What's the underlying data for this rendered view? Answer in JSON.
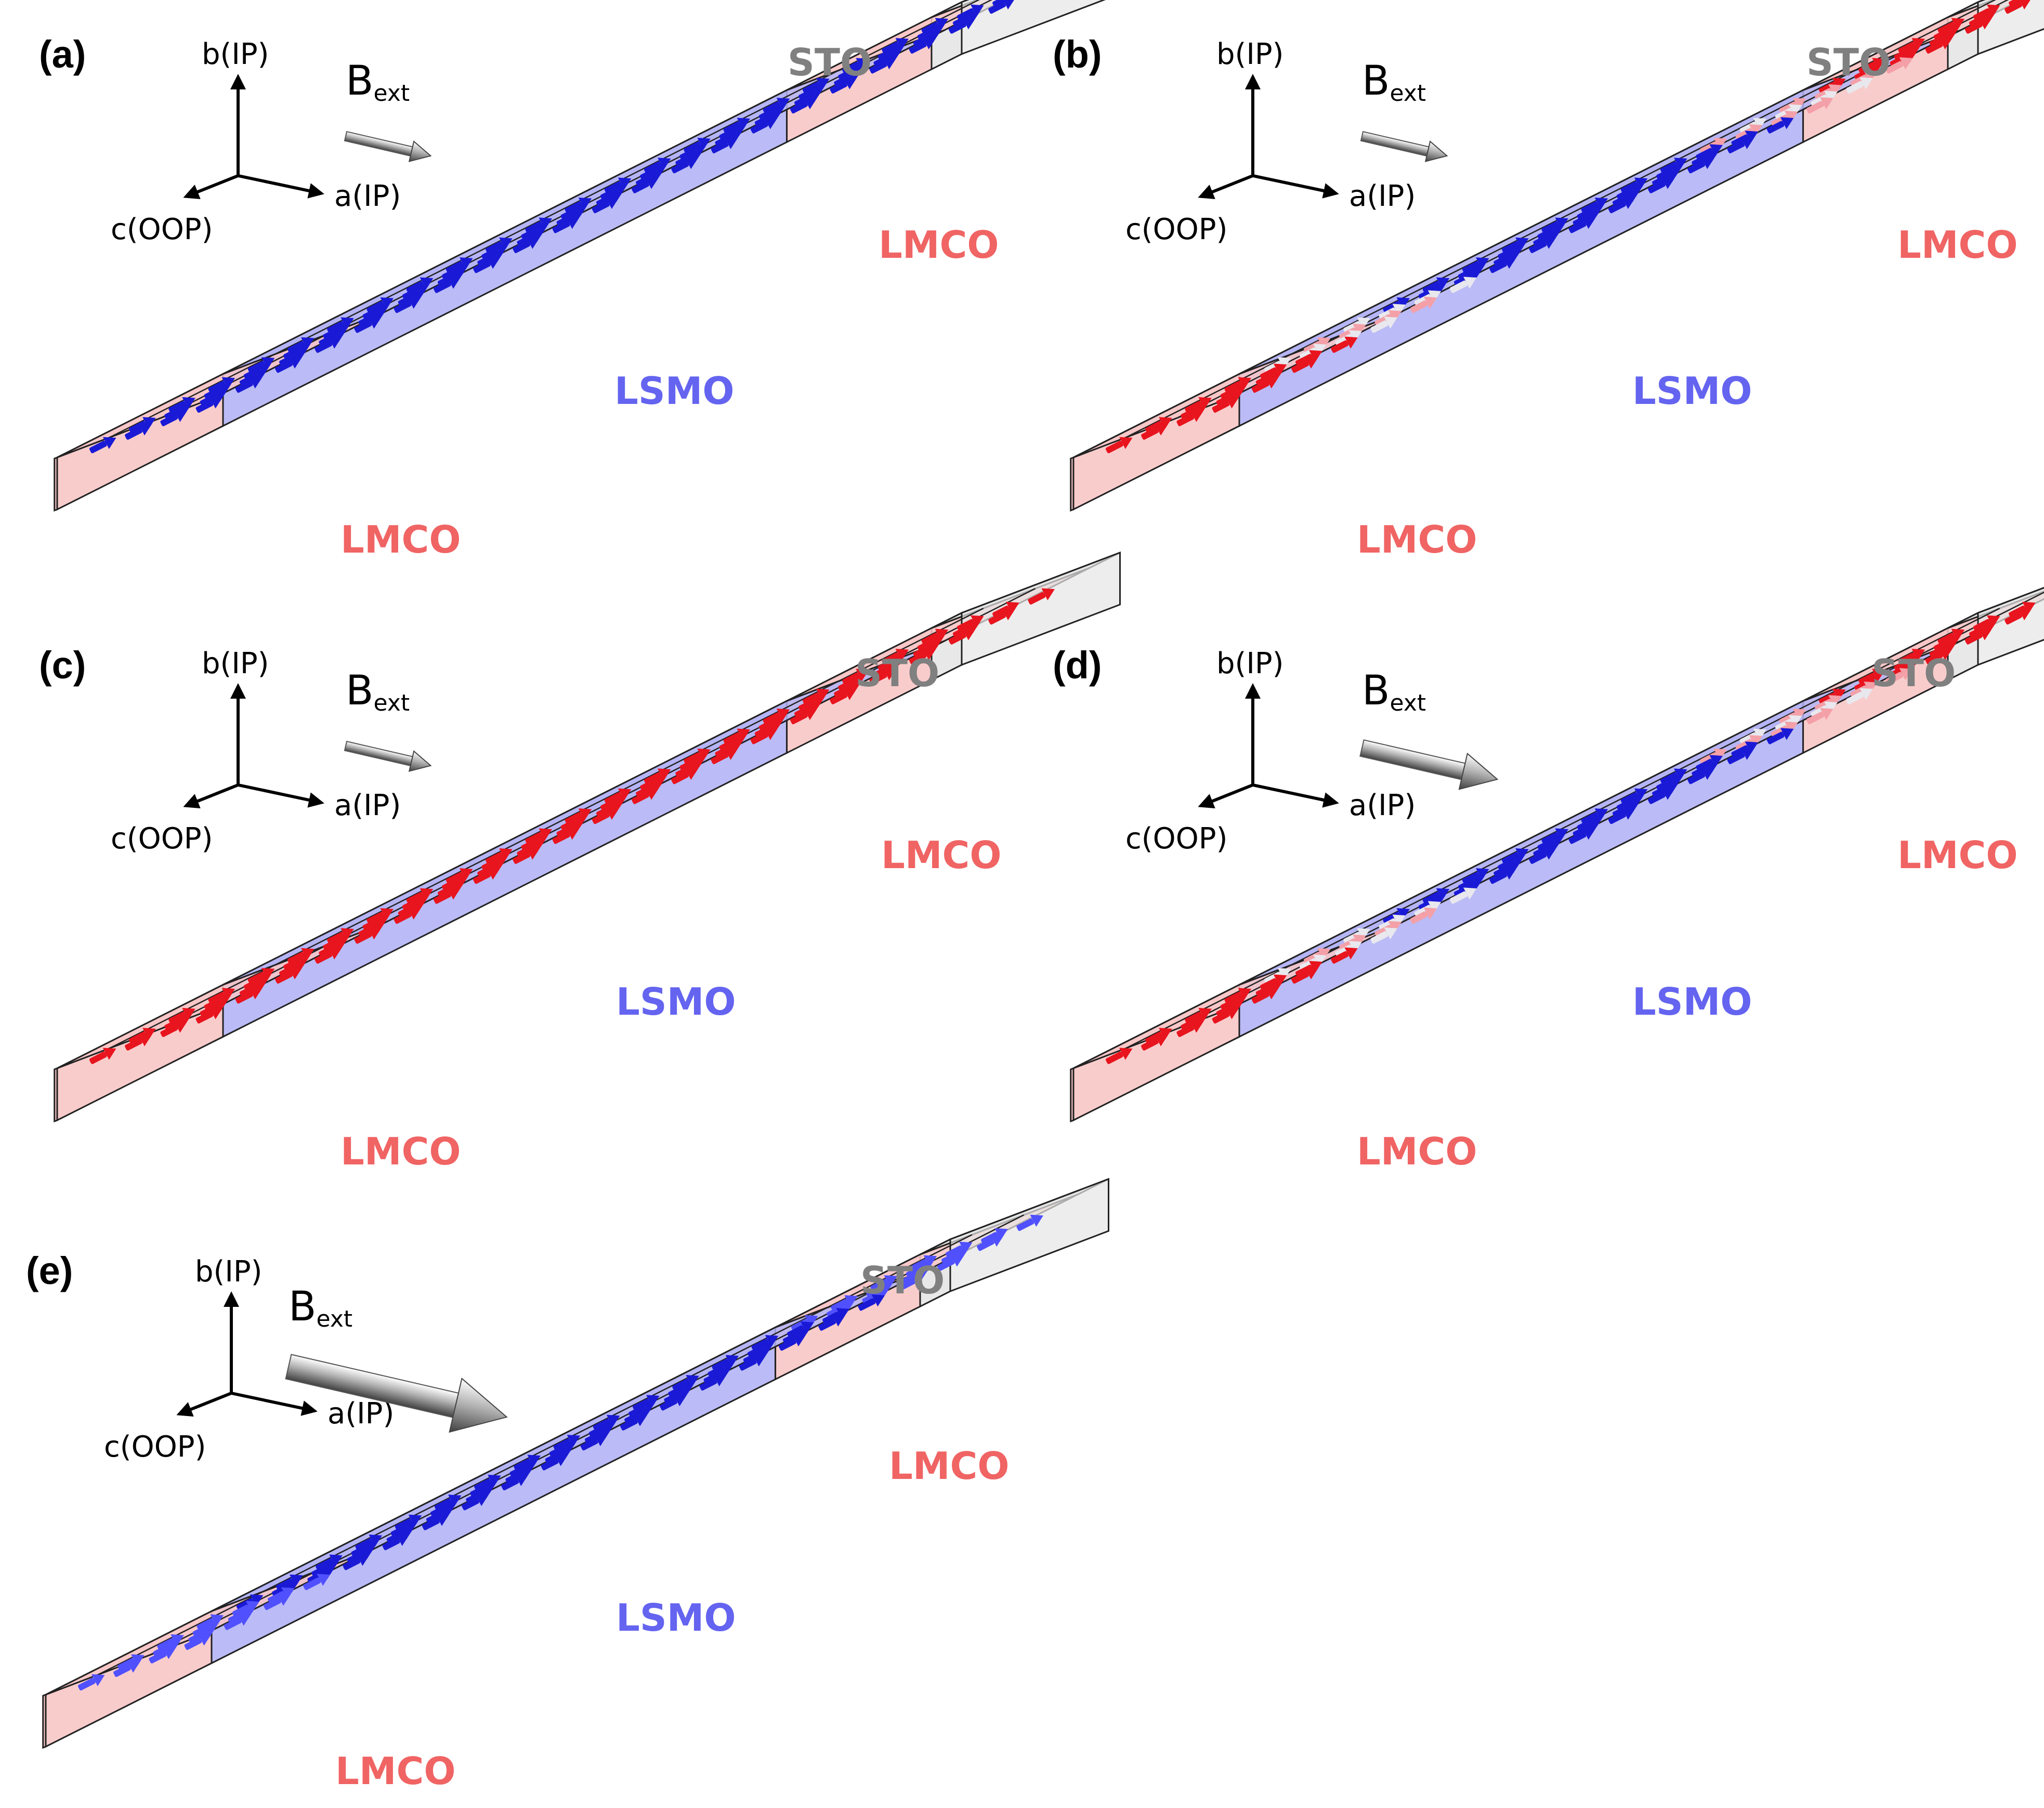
{
  "colors": {
    "lsmo_fill": "#b4b4f6",
    "lmco_fill": "#f8c6c6",
    "sto_fill": "#e5e5e5",
    "lsmo_text": "#6464f0",
    "lmco_text": "#f06464",
    "sto_text": "#808080",
    "spin_blue": "#1a1ad6",
    "spin_red": "#e8141e",
    "spin_pink": "#f4a0a8",
    "spin_white": "#e8e8ee"
  },
  "axes": {
    "b": "b(IP)",
    "a": "a(IP)",
    "c": "c(OOP)"
  },
  "field": {
    "main": "B",
    "sub": "ext"
  },
  "materials": {
    "sto": "STO",
    "lsmo": "LSMO",
    "lmco": "LMCO"
  },
  "panels": [
    {
      "id": "a",
      "label": "(a)",
      "field_strength": "weak",
      "config": "blue-aligned"
    },
    {
      "id": "b",
      "label": "(b)",
      "field_strength": "weak",
      "config": "red-ends-white-transition"
    },
    {
      "id": "c",
      "label": "(c)",
      "field_strength": "weak",
      "config": "red-throughout"
    },
    {
      "id": "d",
      "label": "(d)",
      "field_strength": "medium",
      "config": "red-ends-large"
    },
    {
      "id": "e",
      "label": "(e)",
      "field_strength": "strong",
      "config": "blue-all-ends-violet"
    }
  ]
}
